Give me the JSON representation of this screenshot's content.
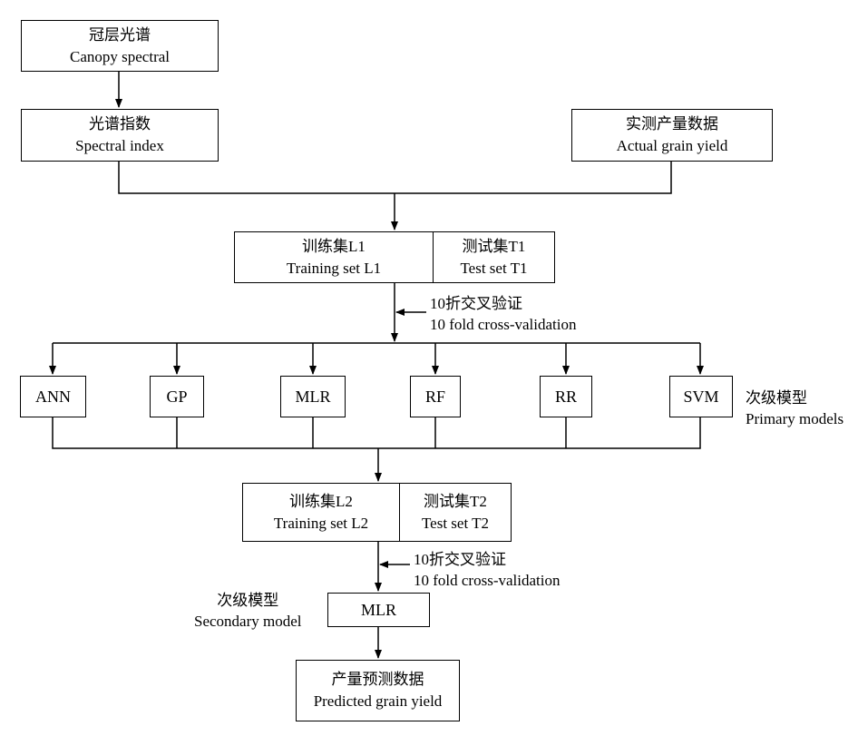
{
  "nodes": {
    "canopy": {
      "zh": "冠层光谱",
      "en": "Canopy spectral"
    },
    "spectral_index": {
      "zh": "光谱指数",
      "en": "Spectral index"
    },
    "actual_yield": {
      "zh": "实测产量数据",
      "en": "Actual grain yield"
    },
    "training_l1": {
      "zh": "训练集L1",
      "en": "Training set L1"
    },
    "test_t1": {
      "zh": "测试集T1",
      "en": "Test set T1"
    },
    "training_l2": {
      "zh": "训练集L2",
      "en": "Training set L2"
    },
    "test_t2": {
      "zh": "测试集T2",
      "en": "Test set T2"
    },
    "secondary_mlr": "MLR",
    "predicted": {
      "zh": "产量预测数据",
      "en": "Predicted grain yield"
    }
  },
  "primary_models": [
    "ANN",
    "GP",
    "MLR",
    "RF",
    "RR",
    "SVM"
  ],
  "labels": {
    "cv1": {
      "zh": "10折交叉验证",
      "en": "10 fold cross-validation"
    },
    "cv2": {
      "zh": "10折交叉验证",
      "en": "10 fold cross-validation"
    },
    "primary": {
      "zh": "次级模型",
      "en": "Primary models"
    },
    "secondary": {
      "zh": "次级模型",
      "en": "Secondary model"
    }
  }
}
